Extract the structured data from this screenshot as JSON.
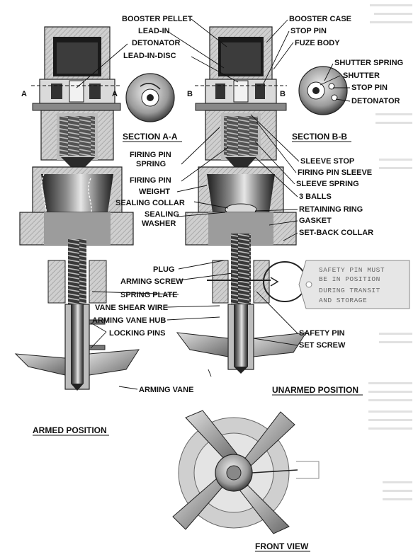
{
  "labels": {
    "booster_pellet": "BOOSTER PELLET",
    "lead_in": "LEAD-IN",
    "detonator": "DETONATOR",
    "lead_in_disc": "LEAD-IN-DISC",
    "booster_case": "BOOSTER CASE",
    "stop_pin": "STOP PIN",
    "fuze_body": "FUZE BODY",
    "shutter_spring": "SHUTTER SPRING",
    "shutter": "SHUTTER",
    "stop_pin_2": "STOP PIN",
    "detonator_2": "DETONATOR",
    "firing_pin_spring_1": "FIRING PIN",
    "firing_pin_spring_2": "SPRING",
    "firing_pin": "FIRING PIN",
    "weight": "WEIGHT",
    "sealing_collar": "SEALING COLLAR",
    "sealing_washer_1": "SEALING",
    "sealing_washer_2": "WASHER",
    "sleeve_stop": "SLEEVE STOP",
    "firing_pin_sleeve": "FIRING PIN SLEEVE",
    "sleeve_spring": "SLEEVE SPRING",
    "three_balls": "3 BALLS",
    "retaining_ring": "RETAINING RING",
    "gasket": "GASKET",
    "set_back_collar": "SET-BACK COLLAR",
    "plug": "PLUG",
    "arming_screw": "ARMING SCREW",
    "spring_plate": "SPRING PLATE",
    "vane_shear_wire": "VANE SHEAR WIRE",
    "arming_vane_hub": "ARMING VANE HUB",
    "locking_pins": "LOCKING PINS",
    "arming_vane": "ARMING VANE",
    "safety_pin": "SAFETY PIN",
    "set_screw": "SET SCREW"
  },
  "section_marks": {
    "a_left": "A",
    "a_right": "A",
    "b_left": "B",
    "b_right": "B"
  },
  "captions": {
    "section_a": "SECTION A-A",
    "section_b": "SECTION B-B",
    "armed": "ARMED POSITION",
    "unarmed": "UNARMED POSITION",
    "front": "FRONT VIEW"
  },
  "safety_tag": {
    "line1": "SAFETY PIN MUST",
    "line2": "BE IN POSITION",
    "line3": "DURING  TRANSIT",
    "line4": "AND  STORAGE"
  }
}
